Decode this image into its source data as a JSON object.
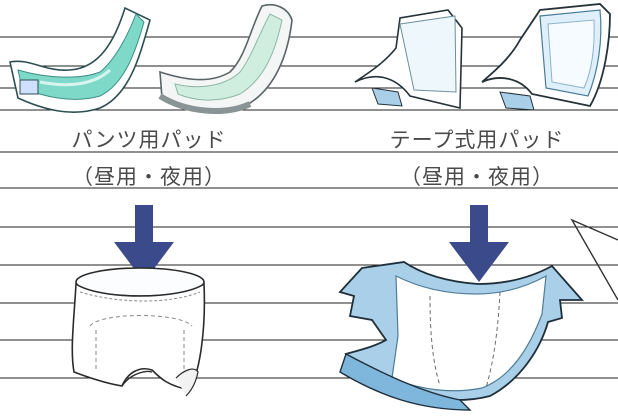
{
  "left_group": {
    "title": "パンツ用パッド",
    "subtitle": "（昼用・夜用）"
  },
  "right_group": {
    "title": "テープ式用パッド",
    "subtitle": "（昼用・夜用）"
  },
  "colors": {
    "line": "#222222",
    "arrow": "#3b4a8a",
    "pad_teal": "#7fd9c8",
    "pad_light_green": "#cfeee0",
    "diaper_blue": "#a9cfe9",
    "diaper_white": "#fbfdff"
  },
  "icons": {
    "pad_left_1": "pants-pad-teal-icon",
    "pad_left_2": "pants-pad-white-icon",
    "pad_right_1": "tape-pad-icon",
    "pad_right_2": "tape-pad-wide-icon",
    "arrow": "down-arrow-icon",
    "pants_diaper": "pants-diaper-icon",
    "tape_diaper": "tape-diaper-icon"
  }
}
